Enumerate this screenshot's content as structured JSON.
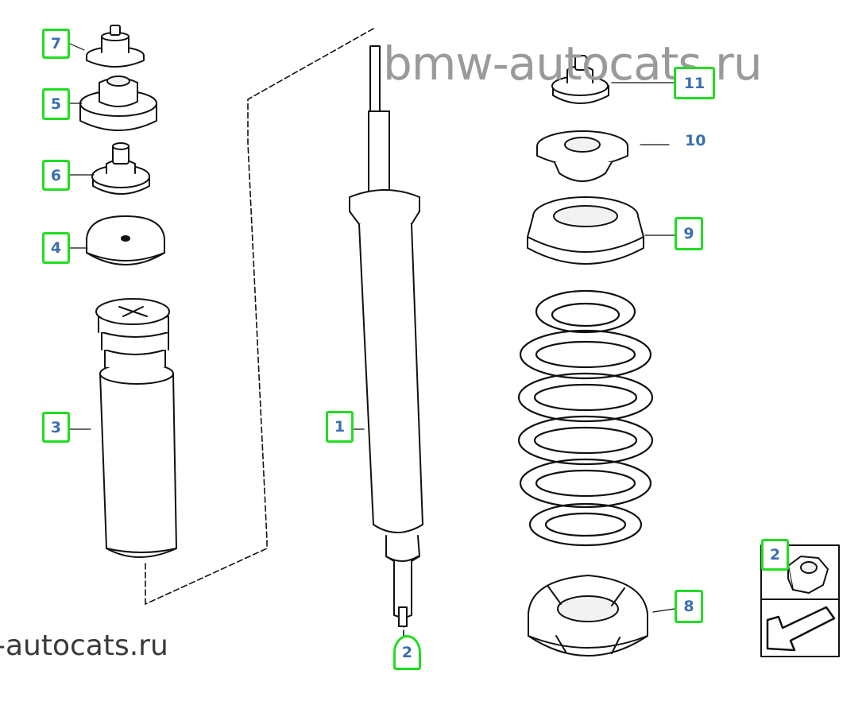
{
  "watermark": {
    "top_text": "bmw-autocats.ru",
    "bottom_text": "-autocats.ru"
  },
  "callouts": [
    {
      "id": "c7",
      "label": "7"
    },
    {
      "id": "c5",
      "label": "5"
    },
    {
      "id": "c6",
      "label": "6"
    },
    {
      "id": "c4",
      "label": "4"
    },
    {
      "id": "c3",
      "label": "3"
    },
    {
      "id": "c1",
      "label": "1"
    },
    {
      "id": "c2-bottom",
      "label": "2"
    },
    {
      "id": "c11",
      "label": "11"
    },
    {
      "id": "c10",
      "label": "10"
    },
    {
      "id": "c9",
      "label": "9"
    },
    {
      "id": "c8",
      "label": "8"
    },
    {
      "id": "c2-side",
      "label": "2"
    }
  ],
  "colors": {
    "callout_border": "#22dd22",
    "callout_text": "#3a6fb0",
    "line_art": "#111111"
  }
}
